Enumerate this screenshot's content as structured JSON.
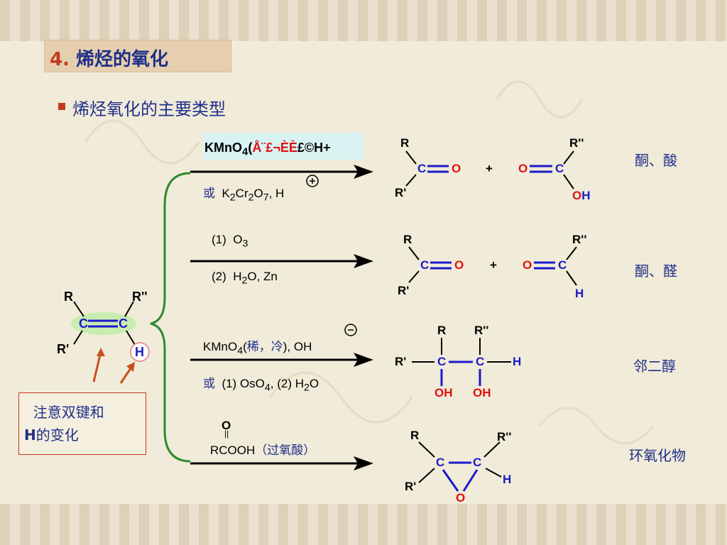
{
  "header": {
    "number": "4.",
    "title": "烯烃的氧化"
  },
  "subtitle": "烯烃氧化的主要类型",
  "reactant": {
    "r1": "R",
    "r2": "R'",
    "r3": "R''",
    "c": "C",
    "h": "H"
  },
  "note": {
    "line1": "注意双键和",
    "line2_h": "H",
    "line2_rest": "的变化"
  },
  "reactions": [
    {
      "reagent_main": "KMnO4",
      "reagent_garbled": "Å¨£¬ÈÈ",
      "reagent_tail": "£©H+",
      "alt_prefix": "或",
      "alt_reagent": "K2Cr2O7, H+",
      "products": {
        "r1": "R",
        "r2": "R'",
        "r3": "R''",
        "c": "C",
        "o": "O",
        "oh": "OH",
        "plus": "+"
      },
      "class": "酮、酸"
    },
    {
      "reagent_main": "(1)  O3",
      "alt_reagent": "(2)  H2O, Zn",
      "products": {
        "r1": "R",
        "r2": "R'",
        "r3": "R''",
        "c": "C",
        "o": "O",
        "h": "H",
        "plus": "+"
      },
      "class": "酮、醛"
    },
    {
      "reagent_main": "KMnO4",
      "reagent_cn": "稀，冷",
      "reagent_tail": "), OH−",
      "alt_prefix": "或",
      "alt_reagent": "(1) OsO4, (2) H2O",
      "products": {
        "r1": "R",
        "r2": "R'",
        "r3": "R''",
        "c": "C",
        "h": "H",
        "oh": "OH"
      },
      "class": "邻二醇"
    },
    {
      "reagent_top": "O",
      "reagent_main": "RCOOH",
      "reagent_cn": "（过氧酸）",
      "products": {
        "r1": "R",
        "r2": "R'",
        "r3": "R''",
        "c": "C",
        "o": "O",
        "h": "H"
      },
      "class": "环氧化物"
    }
  ],
  "colors": {
    "accent_red": "#e01010",
    "text_blue": "#1f2f8a",
    "bond_blue": "#1a1acc",
    "bracket_green": "#2e8b2e",
    "arrow_orange": "#c8501e"
  }
}
